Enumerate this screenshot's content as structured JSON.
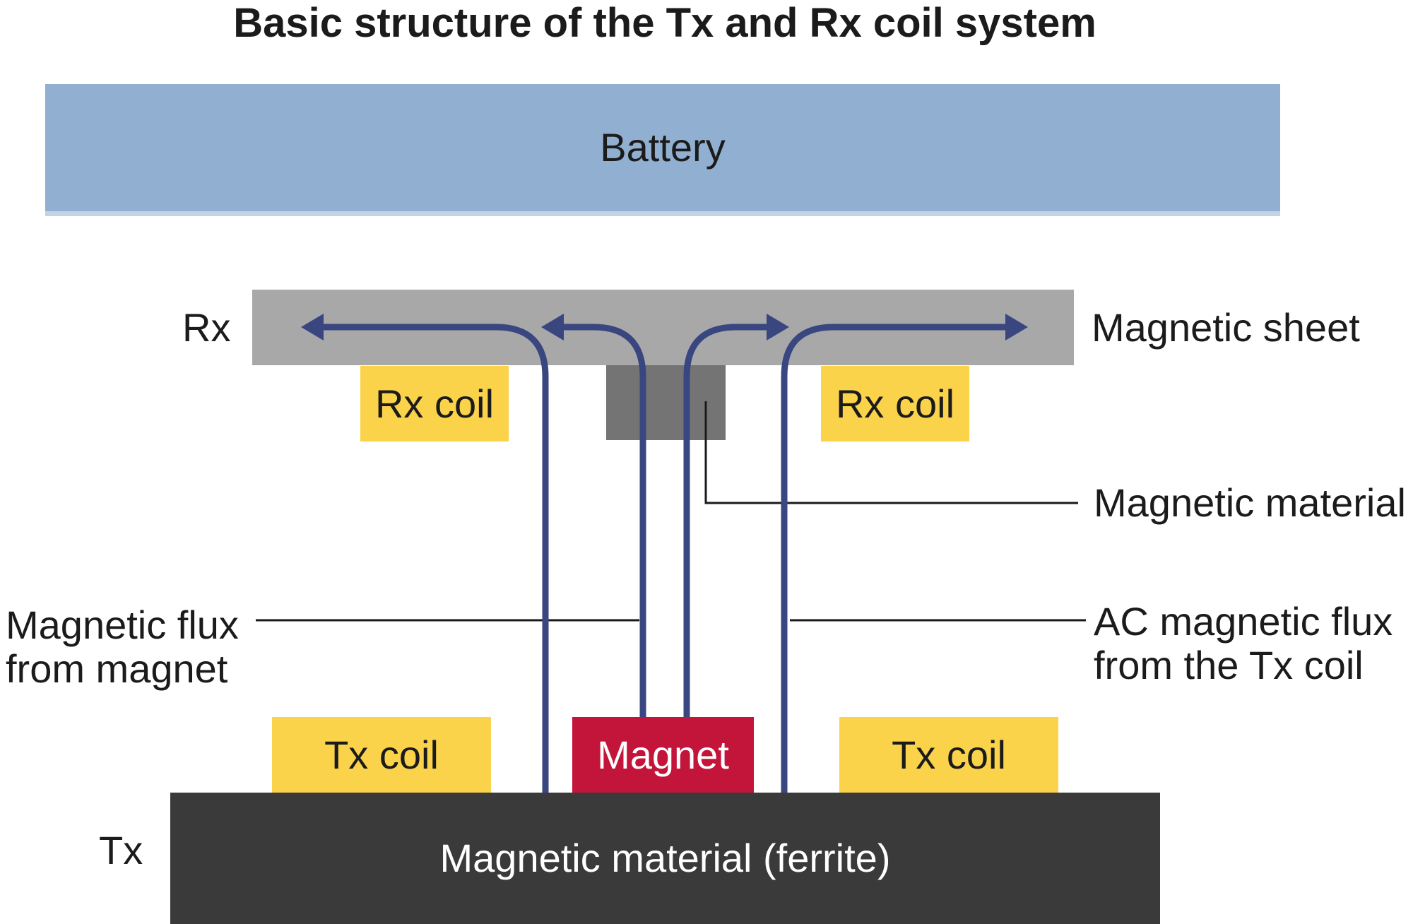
{
  "title": "Basic structure of the Tx and Rx coil system",
  "colors": {
    "battery": "#90afd1",
    "battery_bottom_edge": "#c2d3e6",
    "magnetic_sheet": "#a8a8a8",
    "magnetic_material": "#747474",
    "coil": "#fbd34b",
    "magnet": "#c3143a",
    "ferrite": "#3a3a3a",
    "flux_line": "#394680",
    "leader_line": "#1a1a1a",
    "text": "#1b1b1b"
  },
  "blocks": {
    "battery": "Battery",
    "rx_coil_left": "Rx coil",
    "rx_coil_right": "Rx coil",
    "magnet": "Magnet",
    "tx_coil_left": "Tx coil",
    "tx_coil_right": "Tx coil",
    "ferrite_bar": "Magnetic material (ferrite)"
  },
  "side_labels": {
    "rx": "Rx",
    "tx": "Tx",
    "magnetic_sheet": "Magnetic sheet",
    "magnetic_material": "Magnetic material",
    "flux_from_magnet": [
      "Magnetic flux",
      "from magnet"
    ],
    "ac_flux_from_tx": [
      "AC magnetic flux",
      "from the Tx coil"
    ]
  }
}
